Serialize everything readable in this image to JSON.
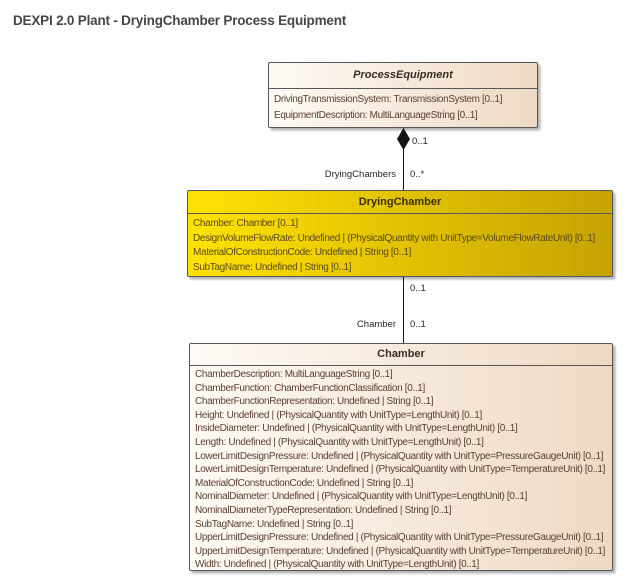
{
  "title": "DEXPI 2.0 Plant - DryingChamber Process Equipment",
  "colors": {
    "cream_gradient_start": "#fefaf5",
    "cream_gradient_end": "#eedac4",
    "yellow_gradient_start": "#ffe205",
    "yellow_gradient_end": "#c5a303",
    "box_border": "#575757",
    "cream_text": "#5c4033",
    "yellow_text": "#5b4b1a",
    "connector": "#151515",
    "title_text": "#464646"
  },
  "classes": [
    {
      "name": "ProcessEquipment",
      "abstract": true,
      "attributes": [
        "DrivingTransmissionSystem: TransmissionSystem [0..1]",
        "EquipmentDescription: MultiLanguageString [0..1]"
      ]
    },
    {
      "name": "DryingChamber",
      "abstract": false,
      "attributes": [
        "Chamber: Chamber [0..1]",
        "DesignVolumeFlowRate: Undefined | (PhysicalQuantity with UnitType=VolumeFlowRateUnit) [0..1]",
        "MaterialOfConstructionCode: Undefined | String [0..1]",
        "SubTagName: Undefined | String [0..1]"
      ]
    },
    {
      "name": "Chamber",
      "abstract": false,
      "attributes": [
        "ChamberDescription: MultiLanguageString [0..1]",
        "ChamberFunction: ChamberFunctionClassification [0..1]",
        "ChamberFunctionRepresentation: Undefined | String [0..1]",
        "Height: Undefined | (PhysicalQuantity with UnitType=LengthUnit) [0..1]",
        "InsideDiameter: Undefined | (PhysicalQuantity with UnitType=LengthUnit) [0..1]",
        "Length: Undefined | (PhysicalQuantity with UnitType=LengthUnit) [0..1]",
        "LowerLimitDesignPressure: Undefined | (PhysicalQuantity with UnitType=PressureGaugeUnit) [0..1]",
        "LowerLimitDesignTemperature: Undefined | (PhysicalQuantity with UnitType=TemperatureUnit) [0..1]",
        "MaterialOfConstructionCode: Undefined | String [0..1]",
        "NominalDiameter: Undefined | (PhysicalQuantity with UnitType=LengthUnit) [0..1]",
        "NominalDiameterTypeRepresentation: Undefined | String [0..1]",
        "SubTagName: Undefined | String [0..1]",
        "UpperLimitDesignPressure: Undefined | (PhysicalQuantity with UnitType=PressureGaugeUnit) [0..1]",
        "UpperLimitDesignTemperature: Undefined | (PhysicalQuantity with UnitType=TemperatureUnit) [0..1]",
        "Width: Undefined | (PhysicalQuantity with UnitType=LengthUnit) [0..1]"
      ]
    }
  ],
  "connectors": [
    {
      "type": "composition",
      "source": "ProcessEquipment",
      "target": "DryingChamber",
      "source_multiplicity": "0..1",
      "target_role": "DryingChambers",
      "target_multiplicity": "0..*"
    },
    {
      "type": "association",
      "source": "DryingChamber",
      "target": "Chamber",
      "source_multiplicity": "0..1",
      "target_role": "Chamber",
      "target_multiplicity": "0..1"
    }
  ]
}
